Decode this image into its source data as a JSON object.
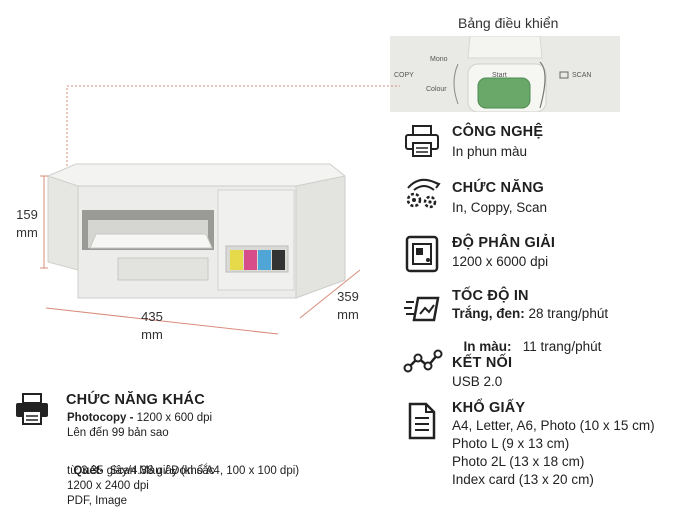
{
  "panel": {
    "caption": "Bảng điều khiển",
    "mono": "Mono",
    "copy": "COPY",
    "colour": "Colour",
    "start": "Start",
    "scan": "SCAN"
  },
  "dimensions": {
    "height_val": "159",
    "height_unit": "mm",
    "width_val": "435",
    "width_unit": "mm",
    "depth_val": "359",
    "depth_unit": "mm"
  },
  "specs": [
    {
      "title": "CÔNG NGHỆ",
      "lines": [
        "In phun màu"
      ]
    },
    {
      "title": "CHỨC NĂNG",
      "lines": [
        "In, Coppy, Scan"
      ]
    },
    {
      "title": "ĐỘ PHÂN GIẢI",
      "lines": [
        "1200 x 6000 dpi"
      ]
    },
    {
      "title": "TỐC ĐỘ IN",
      "lines": [
        "Trắng, đen: 28 trang/phút",
        "In màu:   11 trang/phút"
      ]
    },
    {
      "title": "KẾT NỐI",
      "lines": [
        "USB 2.0"
      ]
    },
    {
      "title": "KHỔ GIẤY",
      "lines": [
        "A4, Letter, A6, Photo (10 x 15 cm)",
        "Photo L (9 x 13 cm)",
        "Photo 2L (13 x 18 cm)",
        "Index card (13 x 20 cm)"
      ]
    }
  ],
  "speed_labels": {
    "bw_bold": "Trắng, đen:",
    "bw_rest": " 28 trang/phút",
    "color_bold": "In màu:",
    "color_rest": "   11 trang/phút"
  },
  "other": {
    "title": "CHỨC NĂNG KHÁC",
    "photocopy_bold": "Photocopy -",
    "photocopy_rest": " 1200 x 600 dpi",
    "photocopy_line2": "Lên đến 99 bản sao",
    "scan_bold": "Quét-",
    "scan_rest": "  Scan Màu / Đơn sắc",
    "scan_lines": [
      "từ 3.35 giây/4.38 giây (khổ A4, 100 x 100 dpi)",
      "1200 x 2400 dpi",
      "PDF, Image"
    ]
  },
  "colors": {
    "accent_line": "#d98b7a",
    "start_button": "#6aa86a",
    "ink_colors": [
      "#e6d94a",
      "#d64d8a",
      "#4fa6d6",
      "#333333"
    ]
  }
}
